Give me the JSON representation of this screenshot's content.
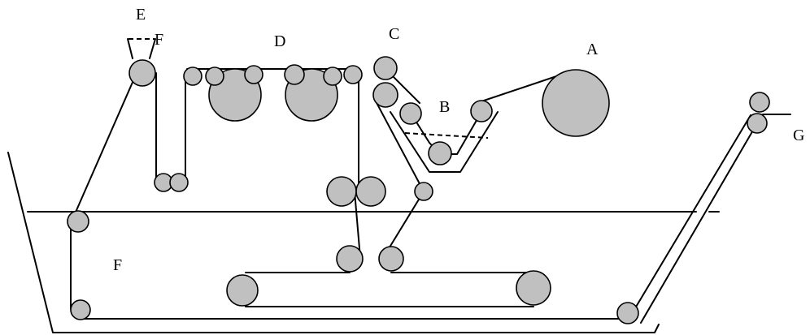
{
  "diagram": {
    "labels": {
      "A": "A",
      "B": "B",
      "C": "C",
      "D": "D",
      "E": "E",
      "E_F": "F",
      "F": "F",
      "G": "G"
    },
    "colors": {
      "line": "#000000",
      "roll_fill": "#c0c0c0",
      "background": "#ffffff"
    }
  }
}
